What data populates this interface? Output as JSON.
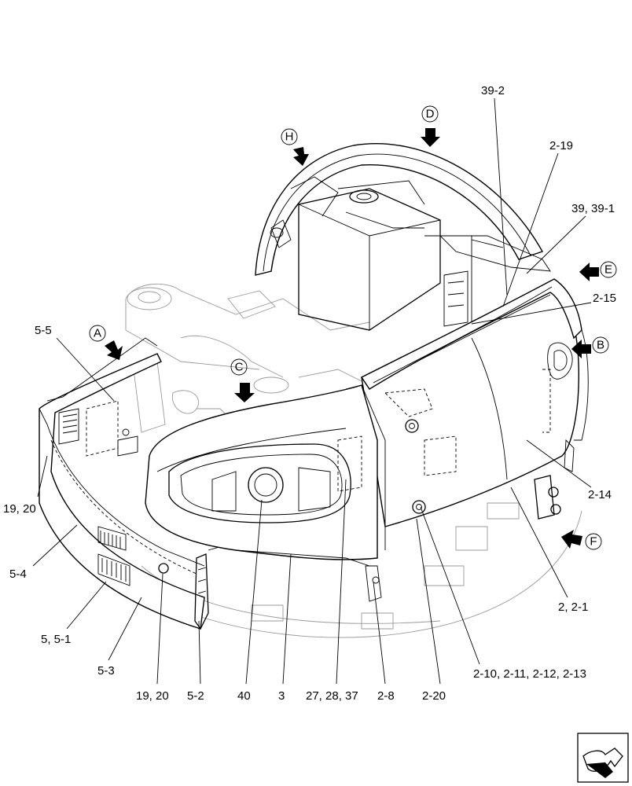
{
  "labels": {
    "l_39_2": "39-2",
    "l_2_19": "2-19",
    "l_39_39_1": "39, 39-1",
    "l_2_15": "2-15",
    "l_5_5": "5-5",
    "l_19_20_left": "19, 20",
    "l_5_4": "5-4",
    "l_5_5_1": "5, 5-1",
    "l_5_3": "5-3",
    "l_19_20_bottom": "19, 20",
    "l_5_2": "5-2",
    "l_40": "40",
    "l_3": "3",
    "l_27_28_37": "27, 28, 37",
    "l_2_8": "2-8",
    "l_2_20": "2-20",
    "l_2_10_13": "2-10, 2-11, 2-12, 2-13",
    "l_2_14": "2-14",
    "l_2_2_1": "2, 2-1"
  },
  "callouts": {
    "A": "A",
    "B": "B",
    "C": "C",
    "D": "D",
    "E": "E",
    "F": "F",
    "H": "H"
  }
}
